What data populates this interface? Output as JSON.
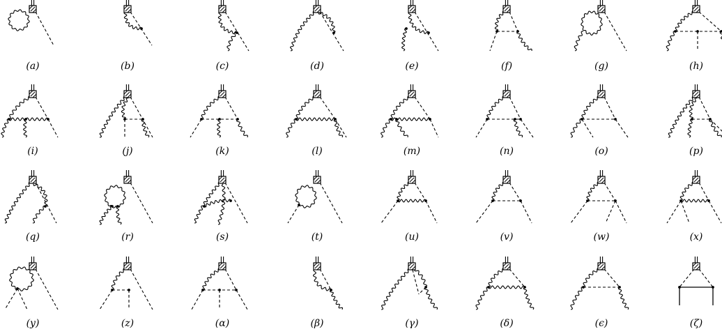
{
  "figure": {
    "panels": [
      {
        "label": "(a)",
        "type": "a"
      },
      {
        "label": "(b)",
        "type": "b"
      },
      {
        "label": "(c)",
        "type": "c"
      },
      {
        "label": "(d)",
        "type": "d"
      },
      {
        "label": "(e)",
        "type": "e"
      },
      {
        "label": "(f)",
        "type": "f"
      },
      {
        "label": "(g)",
        "type": "g"
      },
      {
        "label": "(h)",
        "type": "h"
      },
      {
        "label": "(i)",
        "type": "i"
      },
      {
        "label": "(j)",
        "type": "j"
      },
      {
        "label": "(k)",
        "type": "k"
      },
      {
        "label": "(l)",
        "type": "l"
      },
      {
        "label": "(m)",
        "type": "m"
      },
      {
        "label": "(n)",
        "type": "n"
      },
      {
        "label": "(o)",
        "type": "o"
      },
      {
        "label": "(p)",
        "type": "p"
      },
      {
        "label": "(q)",
        "type": "q"
      },
      {
        "label": "(r)",
        "type": "r"
      },
      {
        "label": "(s)",
        "type": "s"
      },
      {
        "label": "(t)",
        "type": "t"
      },
      {
        "label": "(u)",
        "type": "u"
      },
      {
        "label": "(v)",
        "type": "v"
      },
      {
        "label": "(w)",
        "type": "w"
      },
      {
        "label": "(x)",
        "type": "x"
      },
      {
        "label": "(y)",
        "type": "y"
      },
      {
        "label": "(z)",
        "type": "z"
      },
      {
        "label": "(α)",
        "type": "alpha"
      },
      {
        "label": "(β)",
        "type": "beta"
      },
      {
        "label": "(γ)",
        "type": "gamma"
      },
      {
        "label": "(δ)",
        "type": "delta"
      },
      {
        "label": "(ϵ)",
        "type": "epsilon"
      },
      {
        "label": "(ζ)",
        "type": "zeta"
      }
    ]
  }
}
